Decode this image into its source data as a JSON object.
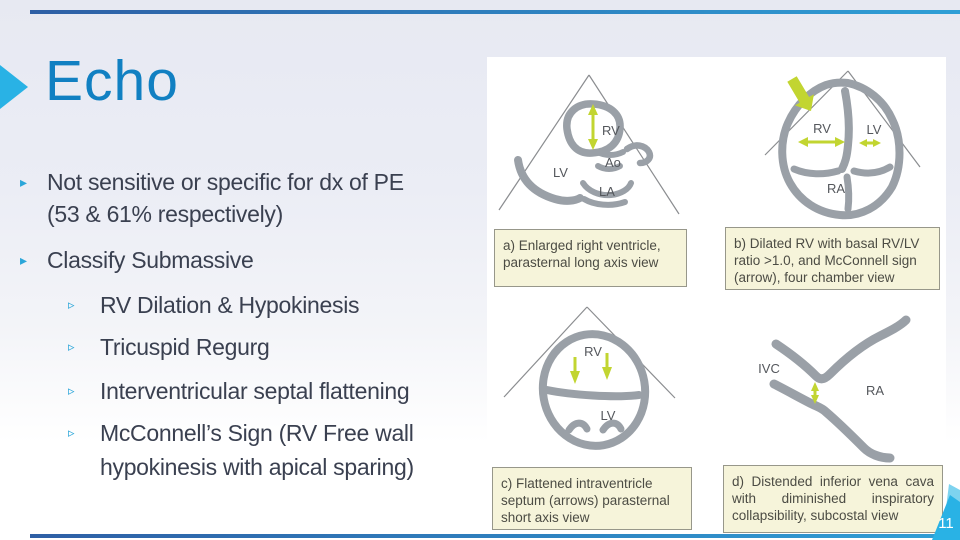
{
  "slide": {
    "title": "Echo",
    "page_number": "11",
    "colors": {
      "title_blue": "#1180c2",
      "accent_cyan": "#29b2e5",
      "bar_blue": "#2e5fa5",
      "text_dark": "#3a4050",
      "figure_gray": "#9aa0a7",
      "arrow_green": "#c2d531",
      "caption_bg": "#f6f4da",
      "caption_border": "#97978a"
    },
    "bullets": [
      {
        "level": 1,
        "lines": [
          "Not sensitive or specific for dx of PE",
          "(53 & 61% respectively)"
        ]
      },
      {
        "level": 1,
        "lines": [
          "Classify Submassive"
        ]
      },
      {
        "level": 2,
        "lines": [
          "RV Dilation & Hypokinesis"
        ]
      },
      {
        "level": 2,
        "lines": [
          "Tricuspid Regurg"
        ]
      },
      {
        "level": 2,
        "lines": [
          "Interventricular septal flattening"
        ]
      },
      {
        "level": 2,
        "lines": [
          "McConnell’s Sign (RV Free wall",
          "hypokinesis with apical sparing)"
        ]
      }
    ],
    "figure": {
      "panels": [
        {
          "id": "a",
          "labels": [
            "RV",
            "LV",
            "Ao",
            "LA"
          ],
          "caption": "a) Enlarged right ventricle, parasternal long axis view"
        },
        {
          "id": "b",
          "labels": [
            "RV",
            "LV",
            "RA"
          ],
          "caption": "b) Dilated RV with basal RV/LV ratio >1.0, and McConnell sign (arrow), four chamber view"
        },
        {
          "id": "c",
          "labels": [
            "RV",
            "LV"
          ],
          "caption": "c) Flattened intraventricle septum (arrows) parasternal short axis view"
        },
        {
          "id": "d",
          "labels": [
            "IVC",
            "RA"
          ],
          "caption": "d) Distended inferior vena cava with diminished inspiratory collapsibility, subcostal view"
        }
      ]
    }
  }
}
